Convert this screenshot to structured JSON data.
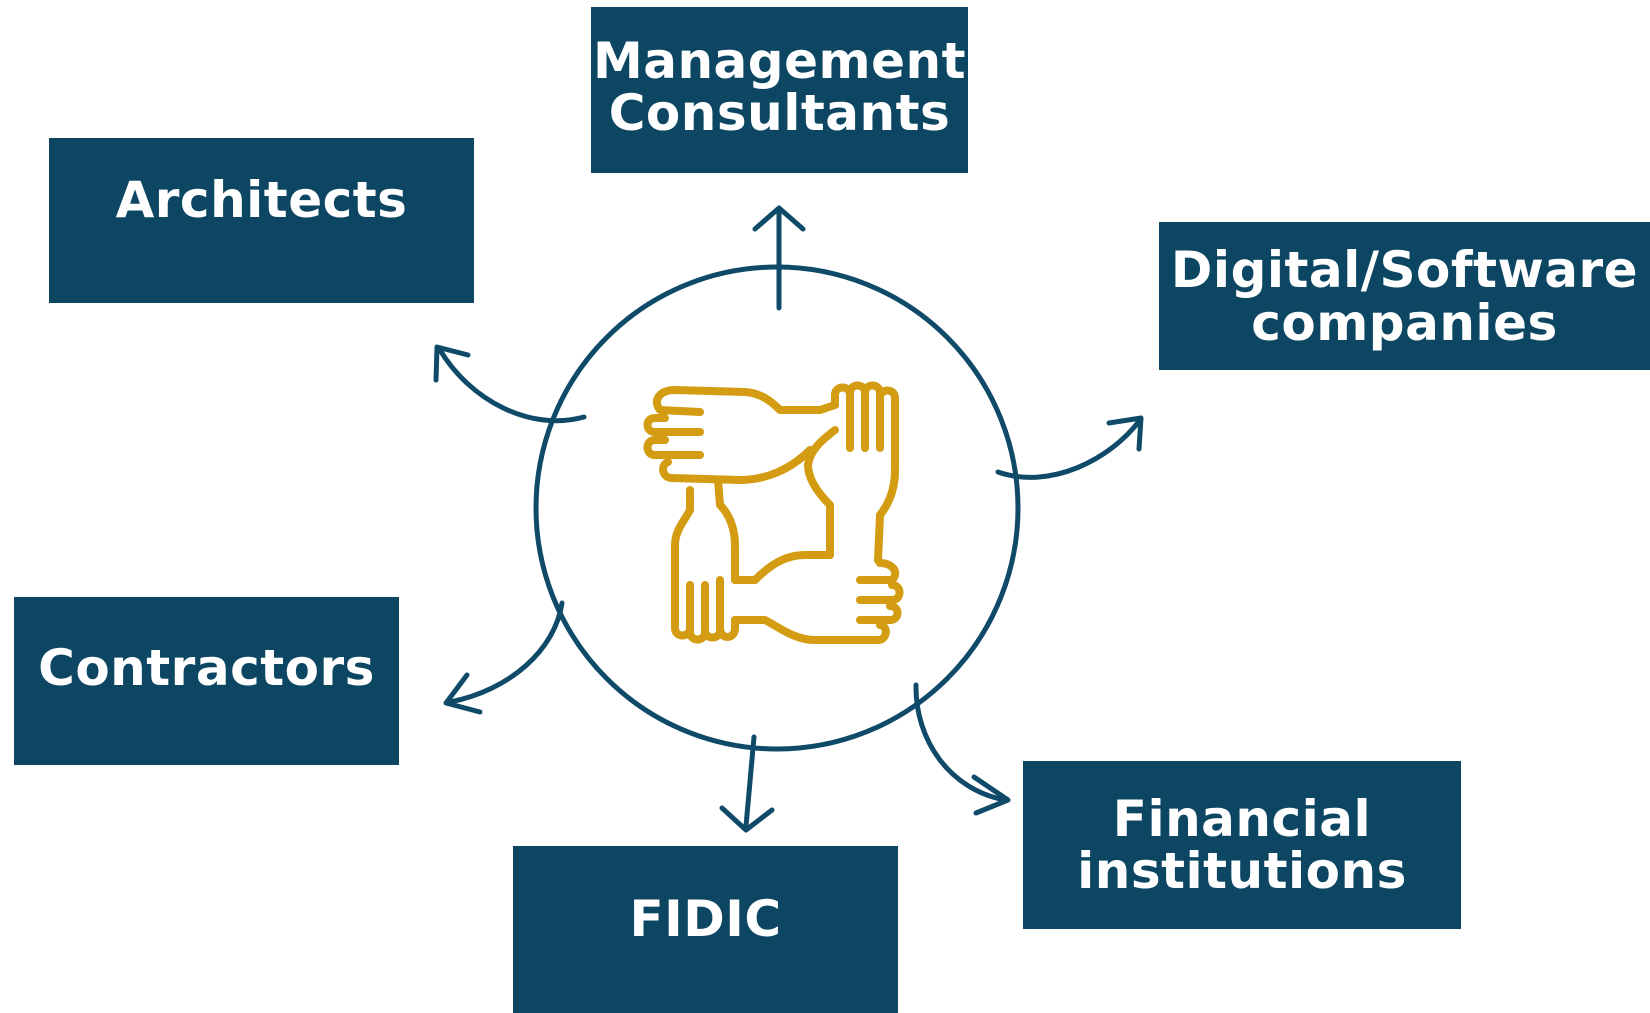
{
  "diagram": {
    "colors": {
      "box_fill": "#0c4663",
      "box_text": "#ffffff",
      "circle_stroke": "#0f4a69",
      "arrow_stroke": "#0f4a69",
      "icon_color": "#d39c12"
    },
    "center_icon": "four-hands-holding-wrists-teamwork-icon",
    "nodes": {
      "management": "Management\nConsultants",
      "architects": "Architects",
      "digital": "Digital/Software\ncompanies",
      "contractors": "Contractors",
      "financial": "Financial\ninstitutions",
      "fidic": "FIDIC"
    }
  }
}
